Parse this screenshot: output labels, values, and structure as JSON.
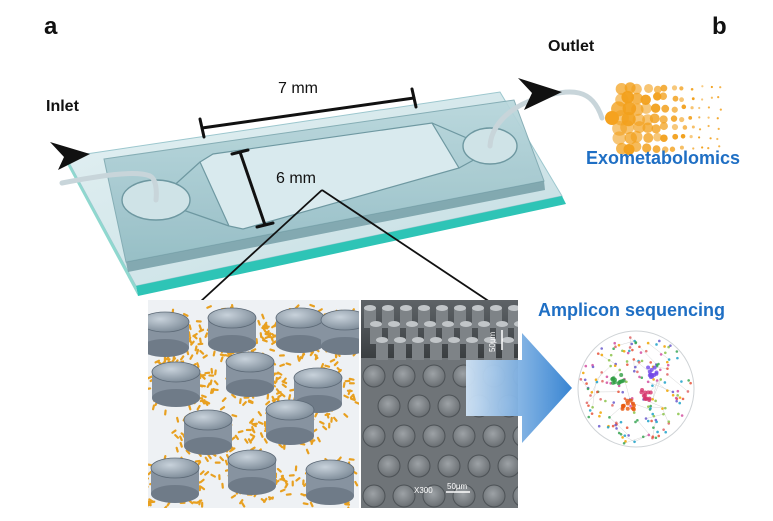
{
  "panels": {
    "a": "a",
    "b": "b"
  },
  "labels": {
    "inlet": "Inlet",
    "outlet": "Outlet",
    "length": "7 mm",
    "width": "6 mm",
    "exometabolomics": "Exometabolomics",
    "amplicon": "Amplicon sequencing"
  },
  "sem": {
    "scale_top": "50µm",
    "magnification": "X300",
    "scale_bottom": "50µm"
  },
  "colors": {
    "accent_blue": "#1f6fc4",
    "glass_edge": "#2ec4b6",
    "bacteria": "#e8a020",
    "sem_gray": "#6f7478",
    "droplets": "#f2a01c"
  },
  "icons": [
    "inlet-arrow-icon",
    "outlet-arrow-icon",
    "droplet-spray-icon",
    "network-circle-icon",
    "flow-arrow-icon"
  ]
}
